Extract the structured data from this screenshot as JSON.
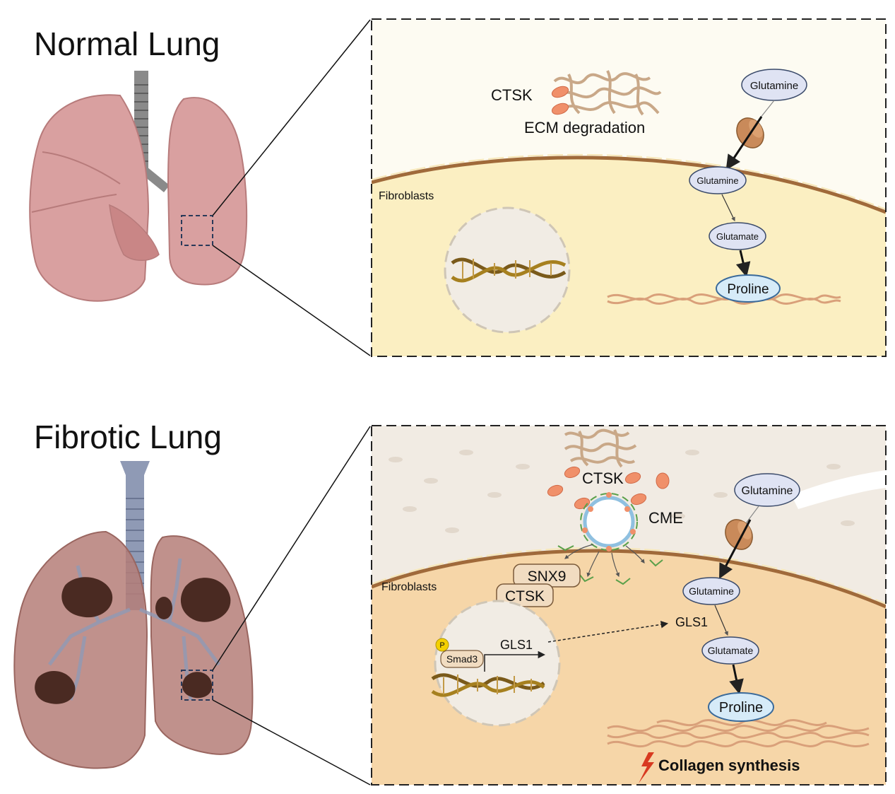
{
  "normal": {
    "title": "Normal Lung",
    "ctsk": "CTSK",
    "ecm": "ECM degradation",
    "fibroblasts": "Fibroblasts",
    "glutamine_out": "Glutamine",
    "glutamine_in": "Glutamine",
    "glutamate": "Glutamate",
    "proline": "Proline"
  },
  "fibrotic": {
    "title": "Fibrotic Lung",
    "ctsk": "CTSK",
    "cme": "CME",
    "fibroblasts": "Fibroblasts",
    "snx9": "SNX9",
    "ctsk_complex": "CTSK",
    "phospho": "P",
    "smad3": "Smad3",
    "gls1_gene": "GLS1",
    "gls1_enzyme": "GLS1",
    "glutamine_out": "Glutamine",
    "glutamine_in": "Glutamine",
    "glutamate": "Glutamate",
    "proline": "Proline",
    "collagen": "Collagen synthesis"
  },
  "colors": {
    "lung_normal": "#d89a9a",
    "lung_fibrotic": "#b57e78",
    "lesion": "#4a2a22",
    "cell_normal": "#fbefc2",
    "cell_fibrotic": "#f6d6a8",
    "membrane": "#a06a3a",
    "ctsk": "#f0906a",
    "metabolite_fill": "#dfe3f3",
    "proline_fill": "#d6ebf8"
  }
}
